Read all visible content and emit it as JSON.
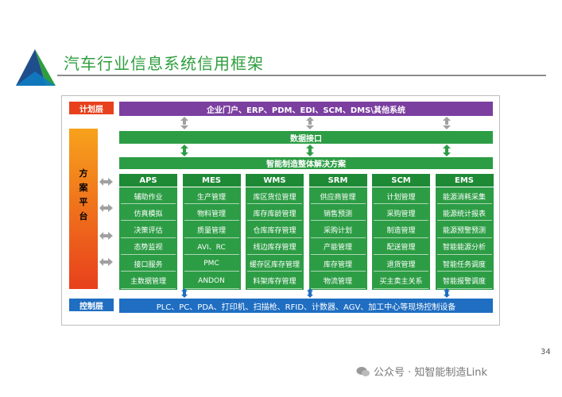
{
  "title": "汽车行业信息系统信用框架",
  "layers": {
    "plan_label": "计划层",
    "plan_bar": "企业门户、ERP、PDM、EDI、SCM、DMS\\其他系统",
    "data_interface": "数据接口",
    "solution_bar": "智能制造整体解决方案",
    "platform_label": [
      "方",
      "案",
      "平",
      "台"
    ],
    "control_label": "控制层",
    "control_bar": "PLC、PC、PDA、打印机、扫描枪、RFID、计数器、AGV、加工中心等现场控制设备"
  },
  "columns": [
    {
      "name": "APS",
      "items": [
        "辅助作业",
        "仿真模拟",
        "决策评估",
        "态势监视",
        "接口服务",
        "主数据管理"
      ]
    },
    {
      "name": "MES",
      "items": [
        "生产管理",
        "物料管理",
        "质量管理",
        "AVI、RC",
        "PMC",
        "ANDON"
      ]
    },
    {
      "name": "WMS",
      "items": [
        "库区货位管理",
        "库存库龄管理",
        "仓库库存管理",
        "线边库存管理",
        "缓存区库存管理",
        "料架库存管理"
      ]
    },
    {
      "name": "SRM",
      "items": [
        "供应商管理",
        "销售预测",
        "采购计划",
        "产能管理",
        "库存管理",
        "物流管理"
      ]
    },
    {
      "name": "SCM",
      "items": [
        "计划管理",
        "采购管理",
        "制造管理",
        "配送管理",
        "退货管理",
        "买主卖主关系"
      ]
    },
    {
      "name": "EMS",
      "items": [
        "能源消耗采集",
        "能源统计报表",
        "能源预警预测",
        "智能能源分析",
        "智能任务调度",
        "智能报警调度"
      ]
    }
  ],
  "page_number": "34",
  "watermark": "公众号 · 知智能制造Link",
  "colors": {
    "purple": "#7b3fa0",
    "green": "#2d9d45",
    "darkgreen": "#1f8a36",
    "blue": "#1f6ec2",
    "title": "#2e9e3e"
  }
}
